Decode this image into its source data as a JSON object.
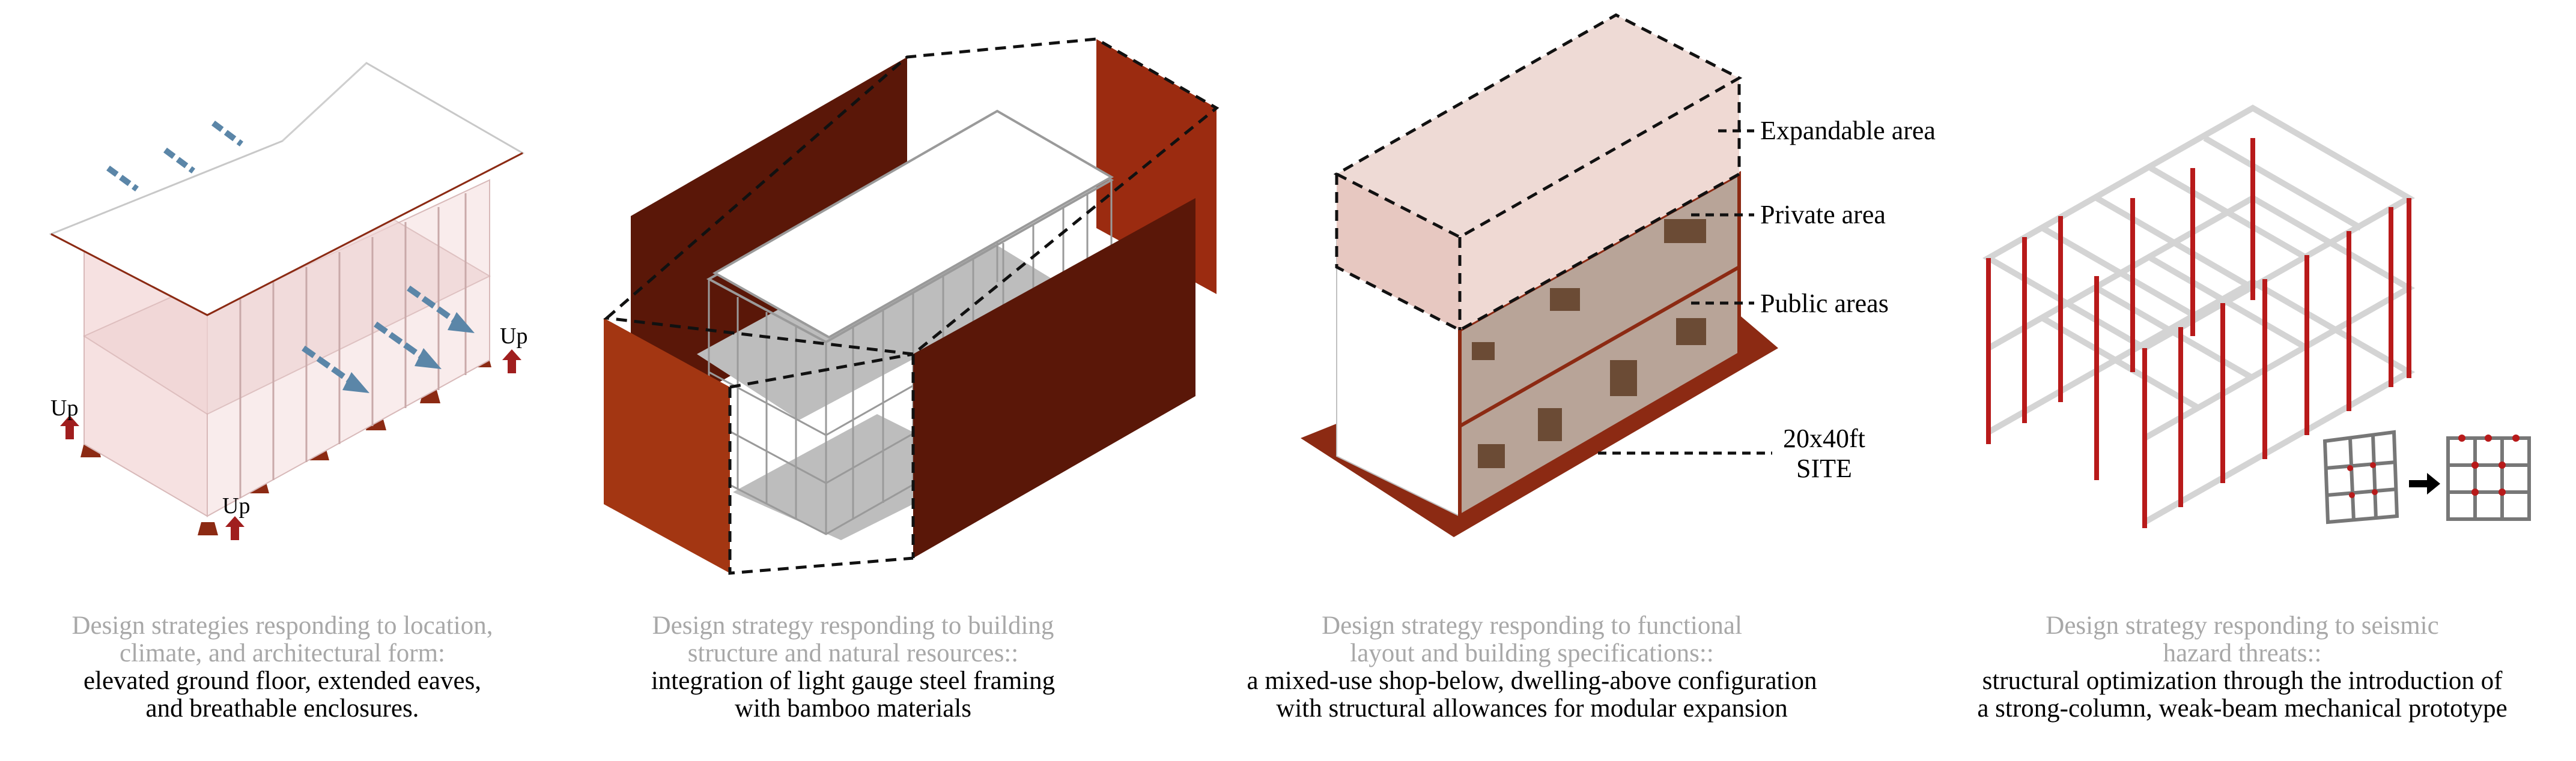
{
  "colors": {
    "rust": "#8c2a13",
    "rust_dark": "#5a1708",
    "pink": "#f4dcdc",
    "pink_box": "#e8c9c2",
    "arrow_blue": "#5b86a8",
    "up_red": "#a01e1e",
    "frame_gray": "#d9d9d9",
    "column_red": "#b81a1a"
  },
  "panel1": {
    "up_labels": [
      "Up",
      "Up",
      "Up"
    ],
    "caption": {
      "head": [
        "Design strategies responding to location,",
        "climate, and architectural form:"
      ],
      "body": [
        "elevated ground floor, extended eaves,",
        "and breathable enclosures."
      ]
    }
  },
  "panel2": {
    "caption": {
      "head": [
        "Design strategy responding to building",
        "structure and natural resources::"
      ],
      "body": [
        "integration of light gauge steel framing",
        "with bamboo materials"
      ]
    }
  },
  "panel3": {
    "labels": {
      "expandable": "Expandable area",
      "private": "Private area",
      "public": "Public areas",
      "site_line1": "20x40ft",
      "site_line2": "SITE"
    },
    "caption": {
      "head": [
        "Design strategy responding to functional",
        "layout and building specifications::"
      ],
      "body": [
        "a mixed-use shop-below, dwelling-above configuration",
        "with structural allowances for modular expansion"
      ]
    }
  },
  "panel4": {
    "caption": {
      "head": [
        "Design strategy responding to seismic",
        "hazard threats::"
      ],
      "body": [
        "structural optimization through the introduction of",
        "a strong-column, weak-beam mechanical prototype"
      ]
    }
  }
}
